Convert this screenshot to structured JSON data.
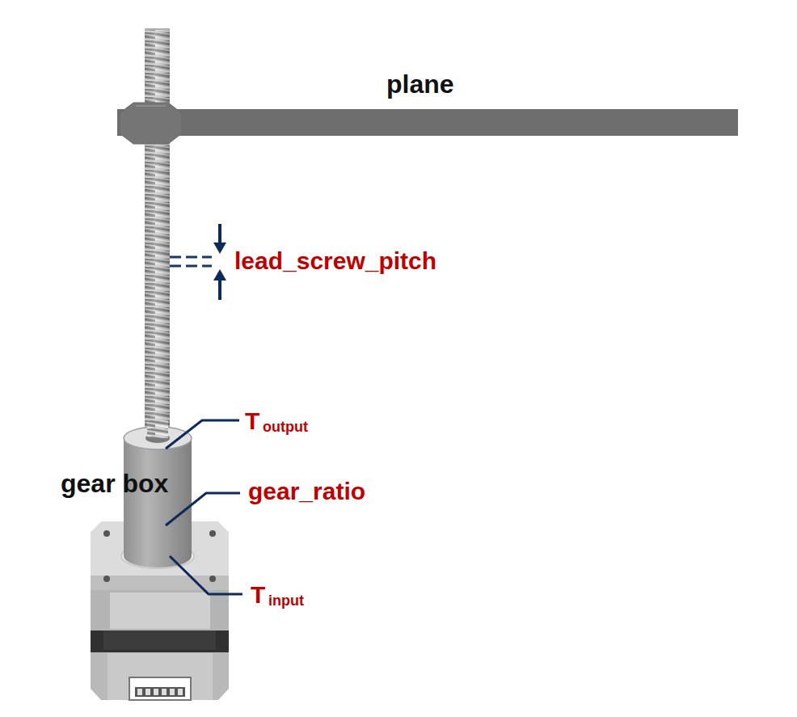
{
  "diagram": {
    "labels": [
      "plane",
      "lead_screw_pitch",
      "T",
      "output",
      "gear box",
      "gear_ratio",
      "T",
      "input"
    ]
  }
}
